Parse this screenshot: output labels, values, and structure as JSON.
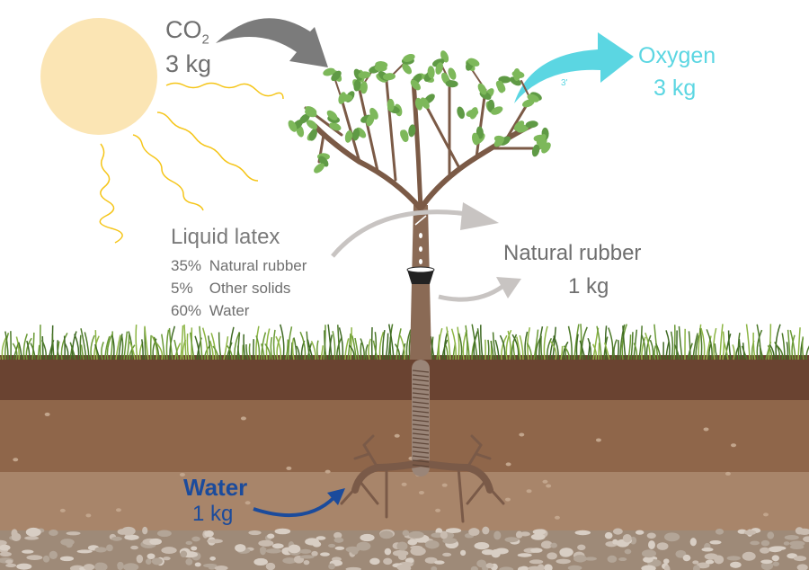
{
  "co2": {
    "label": "CO",
    "subscript": "2",
    "amount": "3 kg"
  },
  "oxygen": {
    "label": "Oxygen",
    "amount": "3 kg",
    "stray_mark": "3'"
  },
  "latex": {
    "title": "Liquid latex",
    "composition": [
      {
        "percent": "35%",
        "label": "Natural rubber"
      },
      {
        "percent": "5%",
        "label": "Other solids"
      },
      {
        "percent": "60%",
        "label": "Water"
      }
    ]
  },
  "rubber": {
    "label": "Natural rubber",
    "amount": "1 kg"
  },
  "water": {
    "label": "Water",
    "amount": "1 kg"
  },
  "colors": {
    "sun": "#fbe5b4",
    "co2_arrow": "#7b7b7b",
    "oxygen": "#5bd6e2",
    "water": "#1b4b9c",
    "trunk": "#8a6a55",
    "leaf": "#6aa84f"
  }
}
